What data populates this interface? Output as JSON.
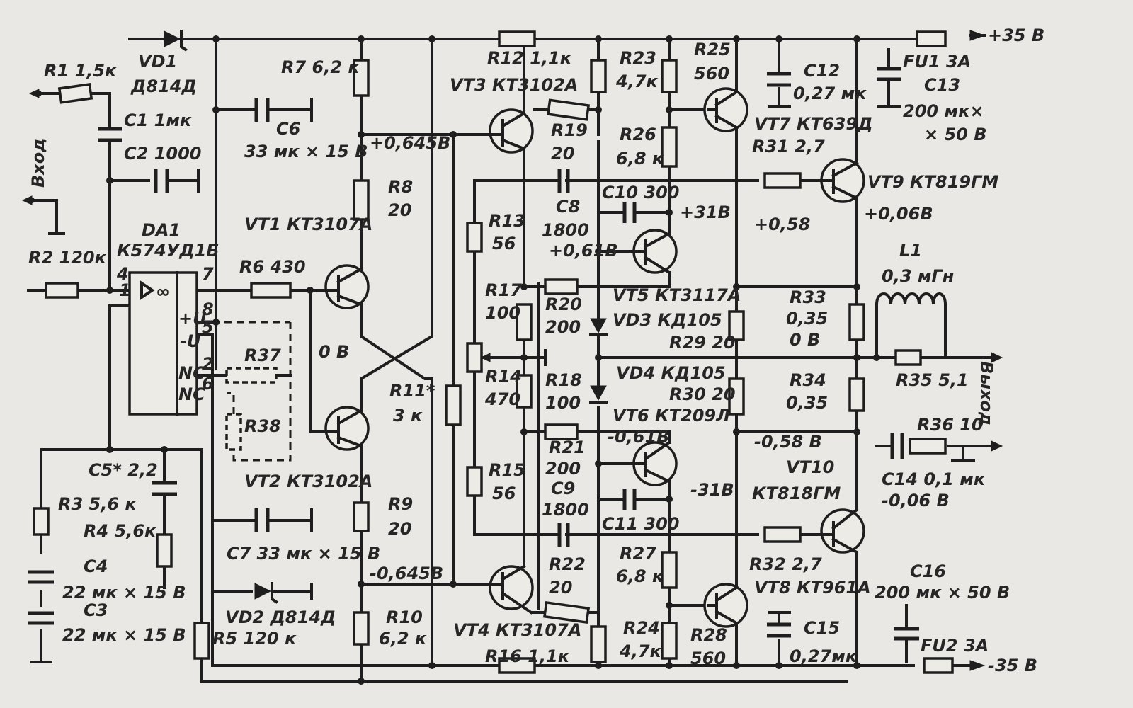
{
  "labels": {
    "r1": "R1 1,5к",
    "vd1": "VD1",
    "vd1_type": "Д814Д",
    "c1": "C1 1мк",
    "c2": "C2 1000",
    "vhod": "Вход",
    "da1": "DA1",
    "da1_type": "К574УД1Б",
    "r2": "R2 120к",
    "r7": "R7 6,2 к",
    "c6": "C6",
    "c6_val": "33 мк × 15 В",
    "v_p0645": "+0,645В",
    "r8": "R8",
    "r8_val": "20",
    "vt1": "VT1 КТ3107А",
    "r6": "R6 430",
    "v_0b": "0 В",
    "r37": "R37",
    "r38": "R38",
    "vt2": "VT2 КТ3102А",
    "c5": "C5* 2,2",
    "r3": "R3 5,6 к",
    "r4": "R4 5,6к",
    "c4": "C4",
    "c4_val": "22 мк × 15 В",
    "c3": "C3",
    "c3_val": "22 мк × 15 В",
    "r5": "R5 120 к",
    "c7": "C7 33 мк × 15 В",
    "vd2": "VD2 Д814Д",
    "r9": "R9",
    "r9_val": "20",
    "v_m0645": "-0,645В",
    "r10": "R10",
    "r10_val": "6,2 к",
    "r11": "R11*",
    "r11_val": "3 к",
    "r12": "R12 1,1к",
    "vt3": "VT3 КТ3102А",
    "r19": "R19",
    "r19_val": "20",
    "c8": "C8",
    "c8_val": "1800",
    "v_p061": "+0,61В",
    "r13": "R13",
    "r13_val": "56",
    "r17": "R17",
    "r17_val": "100",
    "r20": "R20",
    "r20_val": "200",
    "r14": "R14",
    "r14_val": "470",
    "r18": "R18",
    "r18_val": "100",
    "r15": "R15",
    "r15_val": "56",
    "r21": "R21",
    "r21_val": "200",
    "c9": "C9",
    "c9_val": "1800",
    "r22": "R22",
    "r22_val": "20",
    "vt4": "VT4 КТ3107А",
    "r16": "R16 1,1к",
    "r23": "R23",
    "r23_val": "4,7к",
    "r25": "R25",
    "r25_val": "560",
    "r26": "R26",
    "r26_val": "6,8 к",
    "c10": "C10 300",
    "v_p31": "+31В",
    "vt5": "VT5 КТ3117А",
    "vd3": "VD3 КД105",
    "r29": "R29 20",
    "vd4": "VD4 КД105",
    "r30": "R30 20",
    "vt6": "VT6 КТ209Л",
    "v_m061": "-0,61В",
    "v_m31": "-31В",
    "c11": "C11 300",
    "r27": "R27",
    "r27_val": "6,8 к",
    "r24": "R24",
    "r24_val": "4,7к",
    "r28": "R28",
    "r28_val": "560",
    "c12": "C12",
    "c12_val": "0,27 мк",
    "vt7": "VT7 КТ639Д",
    "r31": "R31 2,7",
    "vt9": "VT9 КТ819ГМ",
    "v_p058": "+0,58",
    "r33": "R33",
    "r33_val": "0,35",
    "r33_v": "0 В",
    "r34": "R34",
    "r34_val": "0,35",
    "v_m058": "-0,58 В",
    "vt10": "VT10",
    "vt10_type": "КТ818ГМ",
    "r32": "R32 2,7",
    "vt8": "VT8 КТ961А",
    "c15": "C15",
    "c15_val": "0,27мк",
    "fu1": "FU1 3А",
    "c13": "C13",
    "c13_val1": "200 мк×",
    "c13_val2": "× 50 В",
    "v_p006": "+0,06В",
    "l1": "L1",
    "l1_val": "0,3 мГн",
    "r35": "R35 5,1",
    "vyhod": "Выход",
    "r36": "R36 10",
    "c14": "C14 0,1 мк",
    "v_m006": "-0,06 В",
    "c16": "C16",
    "c16_val": "200 мк × 50 В",
    "fu2": "FU2 3А",
    "p35": "+35 В",
    "m35": "-35 В",
    "pin4": "4",
    "pin1": "1",
    "pin7": "7",
    "pin8": "8",
    "pin5": "5",
    "pin2": "2",
    "pin6": "6",
    "pin_pu": "+U",
    "pin_mu": "-U",
    "pin_nc1": "NC",
    "pin_nc2": "NC"
  }
}
